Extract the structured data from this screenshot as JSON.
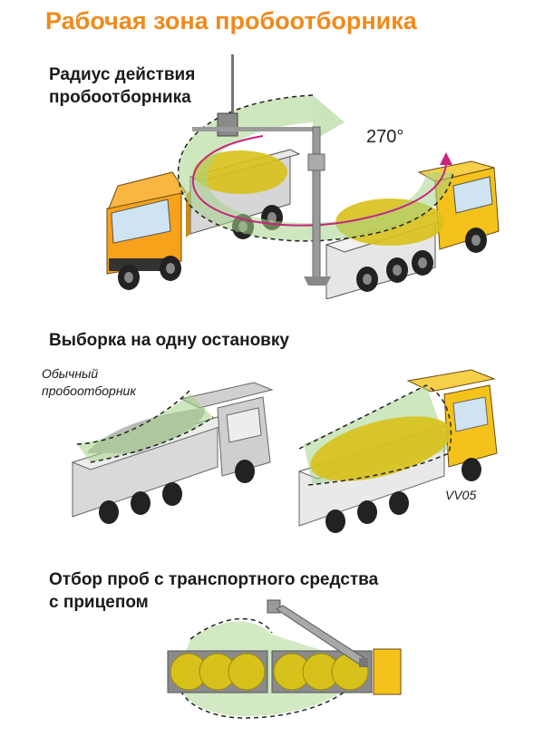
{
  "title": "Рабочая зона пробоотборника",
  "section1": {
    "heading_line1": "Радиус действия",
    "heading_line2": "пробоотборника",
    "angle_label": "270°"
  },
  "section2": {
    "heading": "Выборка на одну остановку",
    "normal_line1": "Обычный",
    "normal_line2": "пробоотборник",
    "model_label": "VV05"
  },
  "section3": {
    "heading_line1": "Отбор проб с транспортного средства",
    "heading_line2": "с прицепом"
  },
  "colors": {
    "accent": "#f08a1c",
    "cab_orange": "#f7a21b",
    "cab_yellow": "#f4c21a",
    "cargo": "#d8c11a",
    "reach_zone": "#a6d38a",
    "rotation_arc": "#c8247a",
    "truck_grey": "#c9c9c9",
    "post_grey": "#9a9a9a"
  }
}
